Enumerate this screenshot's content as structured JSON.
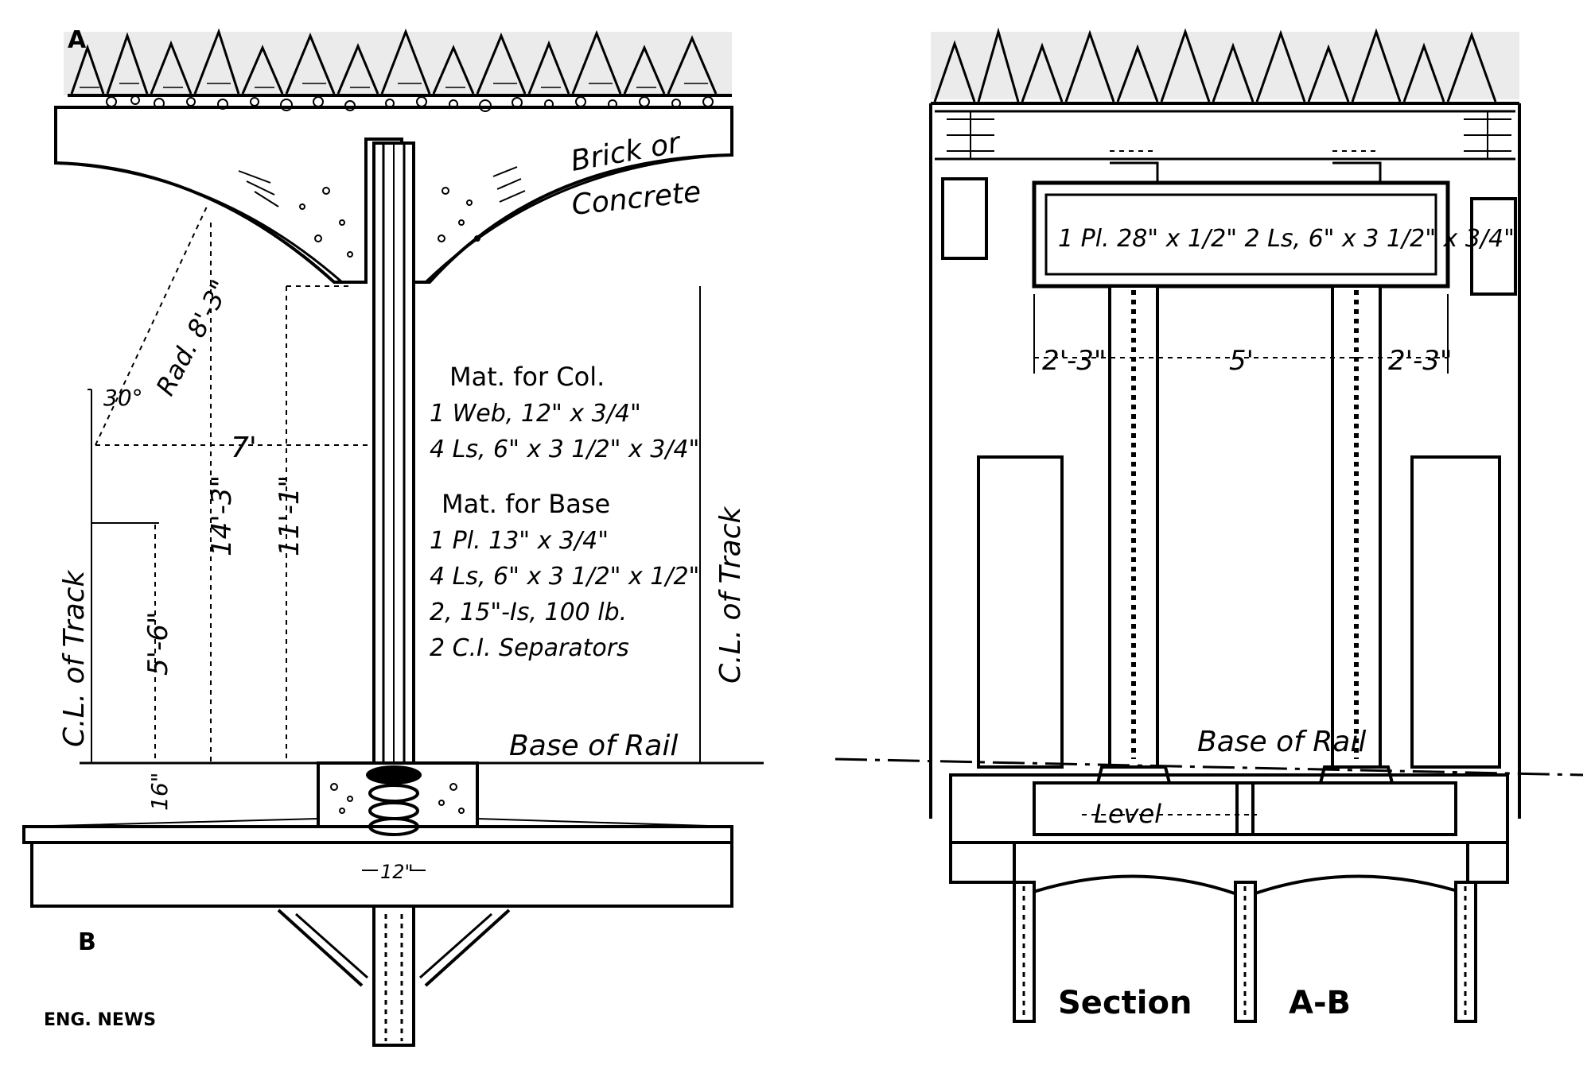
{
  "left_view": {
    "point_a": "A",
    "point_b": "B",
    "arch_label_line1": "Brick or",
    "arch_label_line2": "Concrete",
    "radius_label": "Rad. 8'-3\"",
    "angle_label": "30°",
    "dim_7ft": "7'",
    "dim_14_3": "14'-3\"",
    "dim_11_1": "11'-1\"",
    "dim_5_6": "5'-6\"",
    "dim_16": "16\"",
    "dim_12": "12\"",
    "track_left": "C.L. of Track",
    "track_right": "C.L. of Track",
    "base_of_rail": "Base of Rail",
    "col_material": {
      "heading": "Mat. for Col.",
      "lines": [
        "1 Web, 12\" x 3/4\"",
        "4 Ls, 6\" x 3 1/2\" x 3/4\""
      ]
    },
    "base_material": {
      "heading": "Mat. for Base",
      "lines": [
        "1 Pl. 13\" x 3/4\"",
        "4 Ls, 6\" x 3 1/2\" x 1/2\"",
        "2, 15\"-Is, 100 lb.",
        "2 C.I. Separators"
      ]
    },
    "credit": "ENG. NEWS"
  },
  "right_view": {
    "girder_spec": "1 Pl. 28\" x 1/2\"   2 Ls, 6\" x 3 1/2\" x 3/4\"",
    "dim_left": "2'-3\"",
    "dim_mid": "5'",
    "dim_right": "2'-3\"",
    "base_of_rail": "Base of Rail",
    "level": "Level",
    "section_word": "Section",
    "section_letters": "A-B"
  }
}
